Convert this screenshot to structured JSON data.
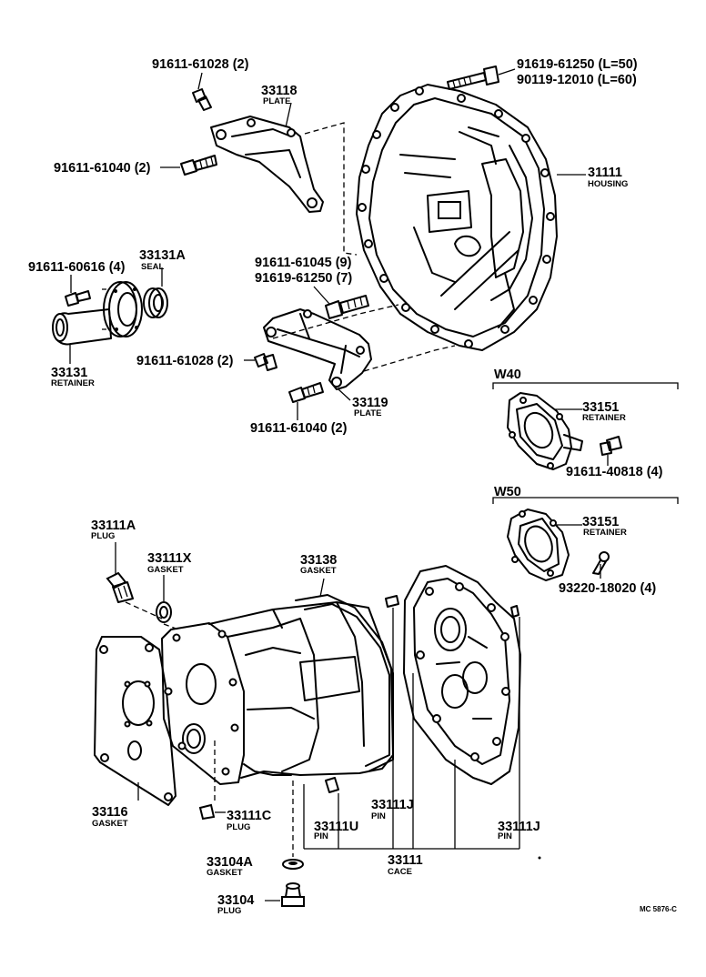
{
  "callouts": {
    "c_91611_61028_top": "91611-61028 (2)",
    "c_33118": "33118",
    "c_33118_name": "PLATE",
    "c_91619_61250_l50": "91619-61250 (L=50)",
    "c_90119_12010_l60": "90119-12010 (L=60)",
    "c_31111": "31111",
    "c_31111_name": "HOUSING",
    "c_91611_61040_top": "91611-61040 (2)",
    "c_33131a": "33131A",
    "c_33131a_name": "SEAL",
    "c_91611_60616": "91611-60616 (4)",
    "c_91611_61045": "91611-61045 (9)",
    "c_91619_61250_7": "91619-61250 (7)",
    "c_33131": "33131",
    "c_33131_name": "RETAINER",
    "c_91611_61028_mid": "91611-61028 (2)",
    "c_33119": "33119",
    "c_33119_name": "PLATE",
    "c_91611_61040_bot": "91611-61040 (2)",
    "c_w40": "W40",
    "c_33151_w40": "33151",
    "c_33151_w40_name": "RETAINER",
    "c_91611_40818": "91611-40818 (4)",
    "c_w50": "W50",
    "c_33151_w50": "33151",
    "c_33151_w50_name": "RETAINER",
    "c_93220_18020": "93220-18020 (4)",
    "c_33111a": "33111A",
    "c_33111a_name": "PLUG",
    "c_33111x": "33111X",
    "c_33111x_name": "GASKET",
    "c_33138": "33138",
    "c_33138_name": "GASKET",
    "c_33116": "33116",
    "c_33116_name": "GASKET",
    "c_33111c": "33111C",
    "c_33111c_name": "PLUG",
    "c_33111u": "33111U",
    "c_33111u_name": "PIN",
    "c_33111j_mid": "33111J",
    "c_33111j_mid_name": "PIN",
    "c_33111j_right": "33111J",
    "c_33111j_right_name": "PIN",
    "c_33104a": "33104A",
    "c_33104a_name": "GASKET",
    "c_33111": "33111",
    "c_33111_name": "CACE",
    "c_33104": "33104",
    "c_33104_name": "PLUG",
    "c_drawing_code": "MC 5876-C"
  }
}
